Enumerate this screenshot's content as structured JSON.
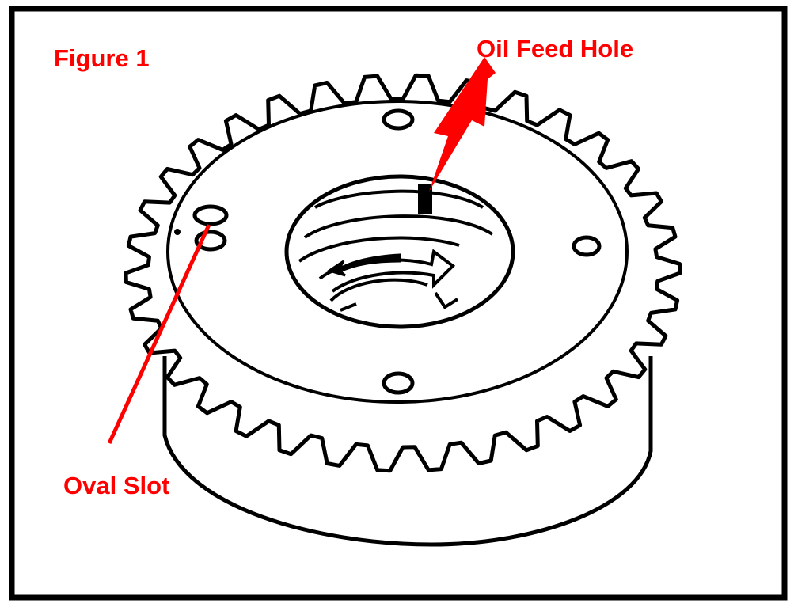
{
  "figure": {
    "title": "Figure 1"
  },
  "callouts": {
    "oil_feed_hole": "Oil Feed Hole",
    "oval_slot": "Oval Slot"
  },
  "colors": {
    "callout": "#ff0000",
    "line_art": "#000000",
    "background": "#ffffff"
  }
}
